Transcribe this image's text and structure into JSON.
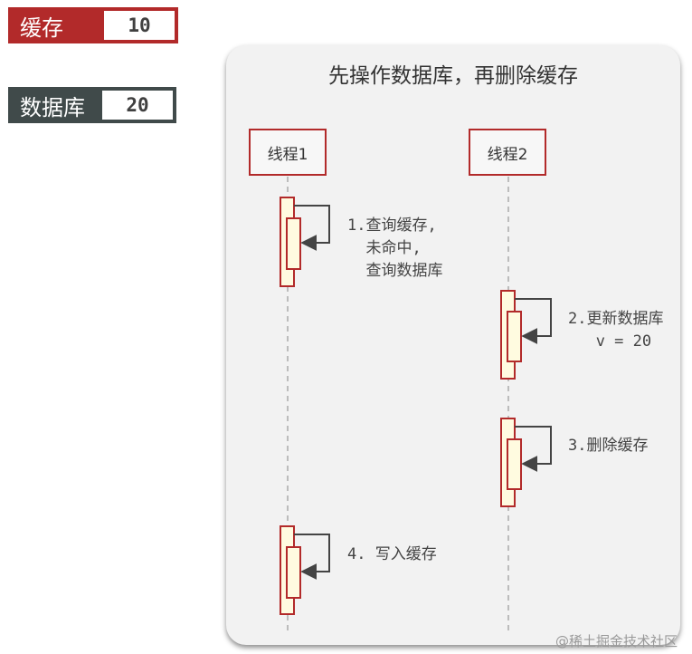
{
  "badges": {
    "cache": {
      "label": "缓存",
      "value": "10",
      "color": "#b22a2a"
    },
    "db": {
      "label": "数据库",
      "value": "20",
      "color": "#404a4a"
    }
  },
  "diagram": {
    "title": "先操作数据库，再删除缓存",
    "actors": [
      "线程1",
      "线程2"
    ],
    "steps": [
      {
        "lines": [
          "1.查询缓存,",
          "  未命中,",
          "  查询数据库"
        ]
      },
      {
        "lines": [
          "2.更新数据库",
          "   v = 20"
        ]
      },
      {
        "lines": [
          "3.删除缓存"
        ]
      },
      {
        "lines": [
          "4. 写入缓存"
        ]
      }
    ]
  },
  "watermark": "@稀土掘金技术社区",
  "colors": {
    "accent": "#b22a2a",
    "activation_fill": "#fffbe0",
    "panel_bg": "#f2f2f2"
  }
}
